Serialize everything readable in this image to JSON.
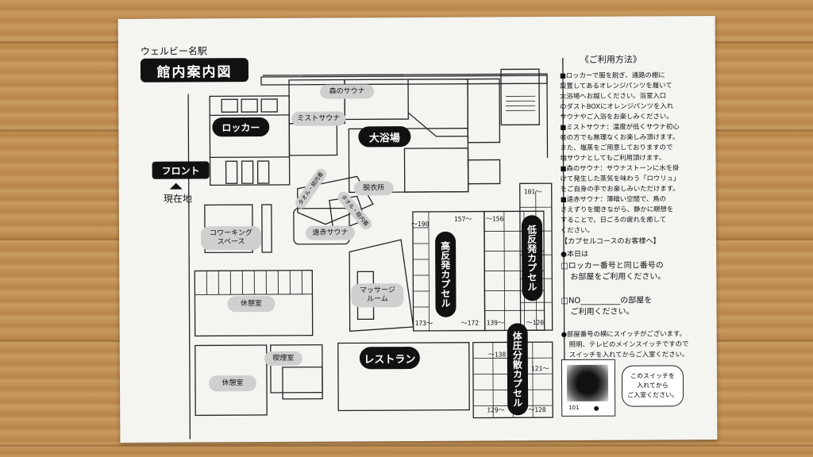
{
  "map": {
    "facility": "ウェルビー名駅",
    "title": "館内案内図",
    "labels": {
      "locker": "ロッカー",
      "front": "フロント",
      "current": "現在地",
      "mori_sauna": "森のサウナ",
      "mist_sauna": "ミストサウナ",
      "daiyokujo": "大浴場",
      "towel_1": "タオル・館内着",
      "towel_2": "タオル・館内着",
      "datsuijo": "脱衣所",
      "enseki_sauna": "遠赤サウナ",
      "coworking": "コワーキング\nスペース",
      "kyukeishitsu_1": "休憩室",
      "kyukeishitsu_2": "休憩室",
      "kitsuenshitsu": "喫煙室",
      "massage": "マッサージ\nルーム",
      "restaurant": "レストラン",
      "koukanpatsu": "高反発カプセル",
      "teikanpatsu": "低反発カプセル",
      "taiatsu": "体圧分散カプセル"
    },
    "room_numbers": {
      "n190": "～190",
      "n157": "157～",
      "n156": "～156",
      "n101": "101～",
      "n173": "173～",
      "n172": "～172",
      "n139": "139～",
      "n120": "～120",
      "n138": "～138",
      "n121": "121～",
      "n129": "129～",
      "n128": "～128"
    }
  },
  "instructions": {
    "heading": "《ご利用方法》",
    "lines": [
      "■ロッカーで服を脱ぎ、通路の棚に",
      "設置してあるオレンジパンツを履いて",
      "大浴場へお越しください。浴室入口",
      "のダストBOXにオレンジパンツを入れ",
      "サウナやご入浴をお楽しみください。",
      "■ミストサウナ：温度が低くサウナ初心",
      "者の方でも無理なくお楽しみ頂けます。",
      "また、塩蒸をご用意しておりますので",
      "塩サウナとしてもご利用頂けます。",
      "■森のサウナ：サウナストーンに水を掛",
      "けて発生した蒸気を味わう「ロウリュ」",
      "をご自身の手でお楽しみいただけます。",
      "■遠赤サウナ：薄暗い空間で、鳥の",
      "さえずりを聞きながら、静かに瞑想を",
      "することで、日ごろの疲れを癒して",
      "ください。"
    ],
    "capsule_heading": "【カプセルコースのお客様へ】",
    "capsule_lines": [
      "●本日は",
      "□ロッカー番号と同じ番号の",
      "お部屋をご利用ください。",
      "",
      "□NO__________の部屋を",
      "ご利用ください。",
      "",
      "●部屋番号の横にスイッチがございます。",
      "照明、テレビのメインスイッチですので",
      "スイッチを入れてからご入室ください。"
    ],
    "switch_bubble": "このスイッチを\n入れてから\nご入室ください。",
    "switch_number": "101"
  }
}
